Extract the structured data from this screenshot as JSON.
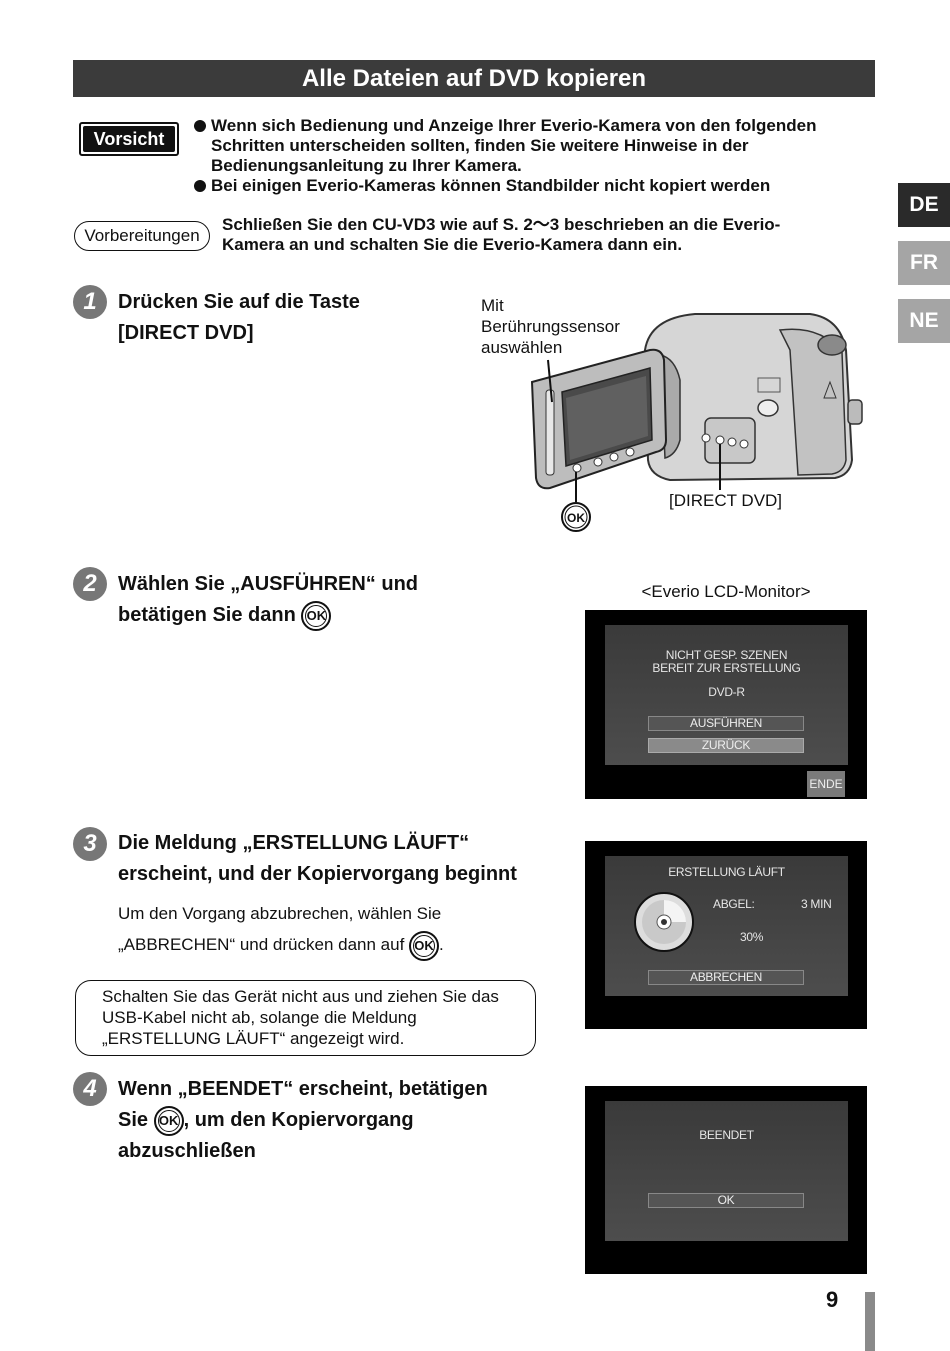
{
  "title": "Alle Dateien auf DVD kopieren",
  "languages": [
    "DE",
    "FR",
    "NE"
  ],
  "caution": {
    "badge": "Vorsicht",
    "items": [
      "Wenn sich Bedienung und Anzeige Ihrer Everio-Kamera von den folgenden Schritten unterscheiden sollten, finden Sie weitere Hinweise in der Bedienungsanleitung zu Ihrer Kamera.",
      "Bei einigen Everio-Kameras können Standbilder nicht kopiert werden"
    ]
  },
  "preparation": {
    "badge": "Vorbereitungen",
    "text": "Schließen Sie den CU-VD3 wie auf S. 2～3 beschrieben an die Everio-Kamera an und schalten Sie die Everio-Kamera dann ein."
  },
  "steps": [
    {
      "number": "1",
      "line1": "Drücken Sie auf die Taste",
      "line2": "[DIRECT DVD]"
    },
    {
      "number": "2",
      "line1": "Wählen Sie „AUSFÜHREN“ und",
      "line2": "betätigen Sie dann"
    },
    {
      "number": "3",
      "line1": "Die Meldung „ERSTELLUNG LÄUFT“",
      "line2": "erscheint, und der Kopiervorgang beginnt",
      "sub1": "Um den Vorgang abzubrechen, wählen Sie",
      "sub2": "„ABBRECHEN“ und drücken dann auf",
      "sub2_end": "."
    },
    {
      "number": "4",
      "line1": "Wenn „BEENDET“ erscheint, betätigen",
      "line2_pre": "Sie",
      "line2_post": ", um den Kopiervorgang",
      "line3": "abzuschließen"
    }
  ],
  "ok_label": "OK",
  "camera": {
    "touch_label": [
      "Mit",
      "Berührungssensor",
      "auswählen"
    ],
    "direct_dvd_label": "[DIRECT DVD]",
    "ok_label": "OK"
  },
  "note": "Schalten Sie das Gerät nicht aus und ziehen Sie das USB-Kabel nicht ab, solange die Meldung „ERSTELLUNG LÄUFT“ angezeigt wird.",
  "lcd_caption": "<Everio LCD-Monitor>",
  "screen1": {
    "line1": "NICHT GESP. SZENEN",
    "line2": "BEREIT ZUR ERSTELLUNG",
    "media": "DVD-R",
    "option1": "AUSFÜHREN",
    "option2": "ZURÜCK",
    "end": "ENDE"
  },
  "screen2": {
    "title": "ERSTELLUNG LÄUFT",
    "remaining_label": "ABGEL:",
    "remaining_value": "3 MIN",
    "progress": "30%",
    "cancel": "ABBRECHEN"
  },
  "screen3": {
    "title": "BEENDET",
    "ok": "OK"
  },
  "page_number": "9"
}
